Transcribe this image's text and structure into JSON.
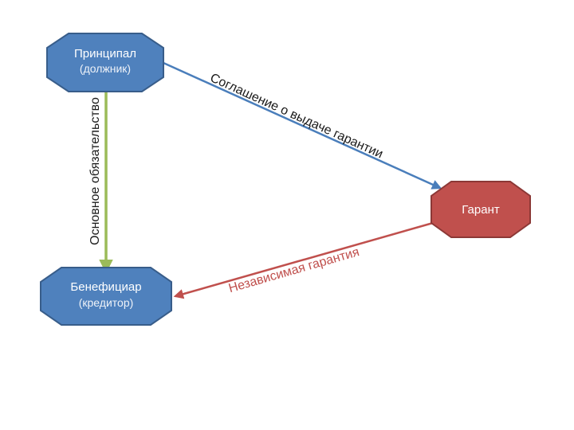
{
  "nodes": {
    "principal": {
      "title": "Принципал",
      "subtitle": "(должник)",
      "fill": "#4f81bd",
      "stroke": "#385d8a"
    },
    "beneficiary": {
      "title": "Бенефициар",
      "subtitle": "(кредитор)",
      "fill": "#4f81bd",
      "stroke": "#385d8a"
    },
    "guarantor": {
      "title": "Гарант",
      "fill": "#c0504d",
      "stroke": "#8c3836"
    }
  },
  "edges": {
    "main_obligation": {
      "label": "Основное обязательство",
      "color": "#9bbb59",
      "label_color": "#1a1a1a"
    },
    "issuance_agreement": {
      "label": "Соглашение о выдаче гарантии",
      "color": "#4a7ebb",
      "label_color": "#1a1a1a"
    },
    "independent_guarantee": {
      "label": "Независимая гарантия",
      "color": "#c0504d",
      "label_color": "#c0504d"
    }
  }
}
